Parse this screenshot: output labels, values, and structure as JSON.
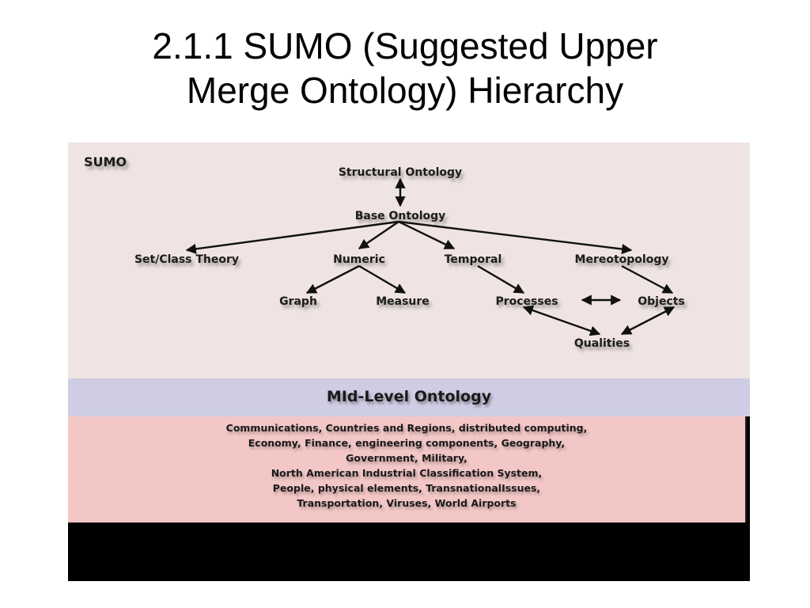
{
  "slide": {
    "title_line1": "2.1.1 SUMO (Suggested Upper",
    "title_line2": "Merge Ontology) Hierarchy"
  },
  "diagram": {
    "panel_label": "SUMO",
    "nodes": {
      "structural_ontology": "Structural Ontology",
      "base_ontology": "Base Ontology",
      "set_class_theory": "Set/Class Theory",
      "numeric": "Numeric",
      "temporal": "Temporal",
      "mereotopology": "Mereotopology",
      "graph": "Graph",
      "measure": "Measure",
      "processes": "Processes",
      "objects": "Objects",
      "qualities": "Qualities"
    },
    "mid_level": {
      "title": "MId-Level Ontology",
      "domain_lines": [
        "Communications, Countries and Regions, distributed computing,",
        "Economy, Finance, engineering components, Geography,",
        "Government, Military,",
        "North American Industrial Classification System,",
        "People, physical elements, TransnationalIssues,",
        "Transportation, Viruses, World Airports"
      ]
    },
    "colors": {
      "upper_panel": "#efe4e2",
      "mid_band": "#cfcde4",
      "domain_panel": "#f2c7c6",
      "bottom": "#000000"
    }
  }
}
